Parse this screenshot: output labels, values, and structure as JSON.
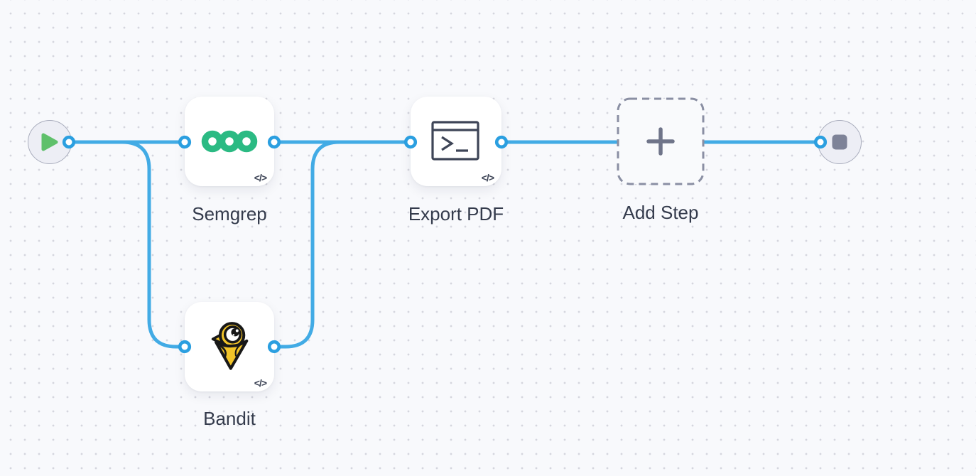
{
  "canvas": {
    "type": "workflow-editor-canvas",
    "background_color": "#f8f9fc",
    "grid_dot_color": "#d5d6de",
    "connection_color": "#42abe5",
    "port_ring_color": "#2b9fe0"
  },
  "icons": {
    "code_badge_glyph": "</>",
    "start_play_color": "#5fc06b",
    "end_stop_color": "#7e8398",
    "semgrep_green": "#2bba83",
    "bandit_yellow": "#f2c428",
    "terminal_ink": "#3e4557",
    "plus_color": "#6f7489",
    "dashed_border_color": "#8a8fa3"
  },
  "nodes": [
    {
      "id": "start",
      "kind": "start-trigger",
      "icon": "play-icon",
      "label": ""
    },
    {
      "id": "semgrep",
      "kind": "code-step",
      "icon": "semgrep-logo-icon",
      "label": "Semgrep"
    },
    {
      "id": "bandit",
      "kind": "code-step",
      "icon": "bandit-logo-icon",
      "label": "Bandit"
    },
    {
      "id": "export-pdf",
      "kind": "code-step",
      "icon": "terminal-icon",
      "label": "Export PDF"
    },
    {
      "id": "add-step",
      "kind": "add-step-placeholder",
      "icon": "plus-icon",
      "label": "Add Step"
    },
    {
      "id": "end",
      "kind": "end-terminator",
      "icon": "stop-icon",
      "label": ""
    }
  ],
  "connections": [
    {
      "from": "start",
      "to": "semgrep"
    },
    {
      "from": "start",
      "to": "bandit"
    },
    {
      "from": "semgrep",
      "to": "export-pdf"
    },
    {
      "from": "bandit",
      "to": "export-pdf"
    },
    {
      "from": "export-pdf",
      "to": "add-step"
    },
    {
      "from": "add-step",
      "to": "end"
    }
  ]
}
